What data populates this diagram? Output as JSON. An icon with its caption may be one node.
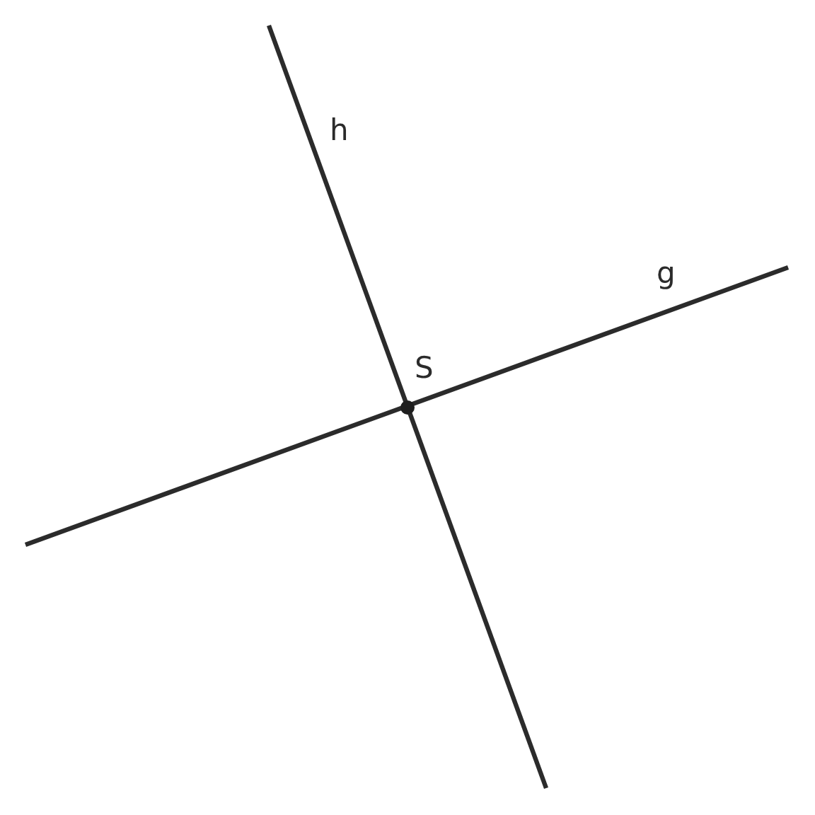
{
  "diagram": {
    "nodes": [
      {
        "text": [
          "S"
        ]
      }
    ],
    "labels": [
      "h",
      "g"
    ]
  }
}
